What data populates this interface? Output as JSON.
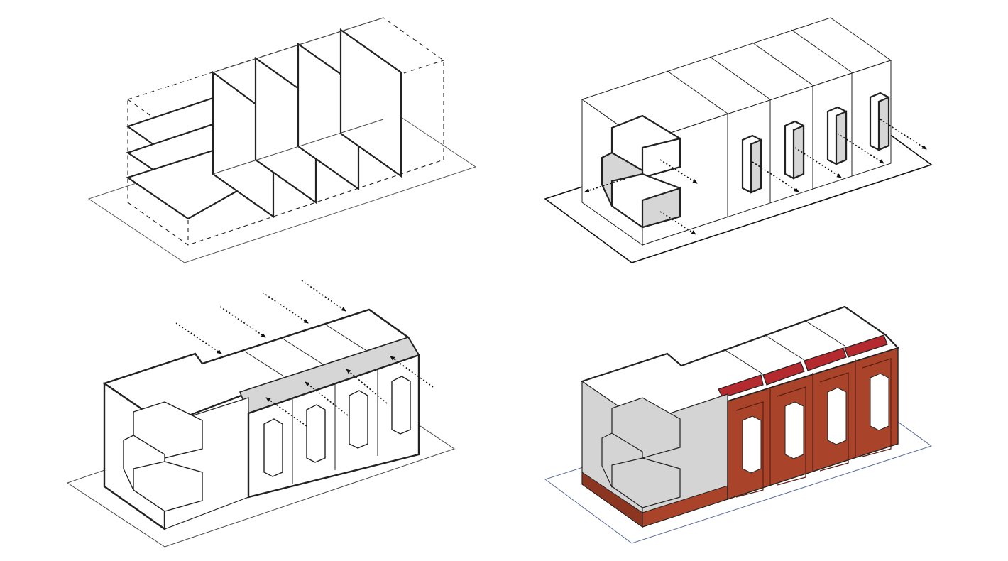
{
  "diagram": {
    "panels": [
      {
        "id": "framework"
      },
      {
        "id": "volumes"
      },
      {
        "id": "daylight"
      },
      {
        "id": "materials"
      }
    ],
    "colors": {
      "line": "#1a1a1a",
      "thin": "#444444",
      "shade": "#d6d6d6",
      "brick": "#a9442b",
      "brick_dark": "#8c3622",
      "roof_red": "#b52a2e",
      "ground_blue": "#5a6a9a",
      "white": "#ffffff"
    }
  }
}
